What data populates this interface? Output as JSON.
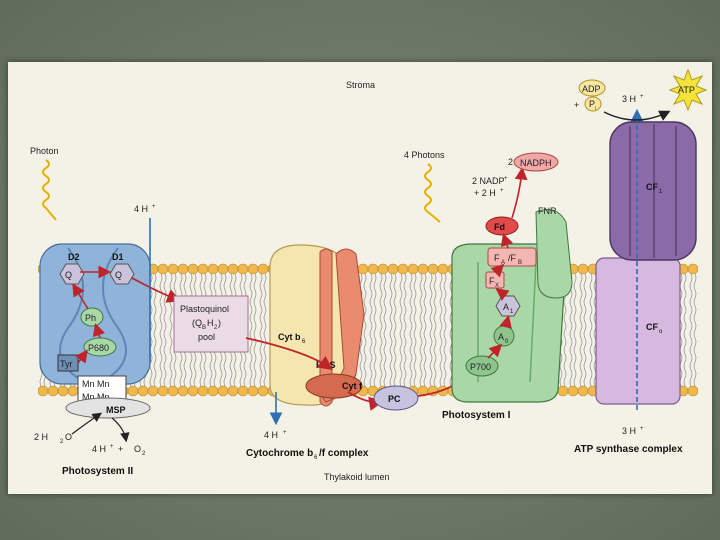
{
  "labels": {
    "stroma": "Stroma",
    "lumen": "Thylakoid lumen",
    "photon": "Photon",
    "four_photons": "4 Photons",
    "nadp_line1": "2 NADP",
    "nadp_line2": "+ 2 H",
    "nadph": "NADPH",
    "nadph_coef": "2",
    "adp": "ADP",
    "pi": "P",
    "pi_sub": "i",
    "atp": "ATP",
    "h_in_psii": "4 H",
    "h_out_psii": "4 H",
    "h_cyt": "4 H",
    "h_atp_top": "3 H",
    "h_atp_bottom": "3 H",
    "plastoquinol_1": "Plastoquinol",
    "plastoquinol_2": "(Q",
    "plastoquinol_2b": "H",
    "plastoquinol_2c": ")",
    "plastoquinol_3": "pool",
    "water": "2 H",
    "water_o": "O",
    "o2": "O",
    "plus": "+",
    "d2": "D2",
    "d1": "D1",
    "qa": "Q",
    "qb": "Q",
    "ph": "Ph",
    "p680": "P680",
    "tyr": "Tyr",
    "mn1": "Mn Mn",
    "mn2": "Mn Mn",
    "msp": "MSP",
    "cyt_b6": "Cyt b",
    "fes": "Fe-S",
    "cyt_f": "Cyt f",
    "pc": "PC",
    "fd": "Fd",
    "fnr": "FNR",
    "fa_fb": "F",
    "fx": "F",
    "a1": "A",
    "a0": "A",
    "p700": "P700",
    "cf1": "CF",
    "cfo": "CF",
    "psii_title": "Photosystem II",
    "cyt_title": "Cytochrome b",
    "cyt_title_end": "/f complex",
    "psi_title": "Photosystem I",
    "atp_title": "ATP synthase complex"
  },
  "colors": {
    "psii": "#8fb3d9",
    "cytb6": "#f5e6b0",
    "cytf": "#e98b6e",
    "psi": "#a9d7a8",
    "atpase_head": "#8b6aa8",
    "atpase_stalk": "#d6b8e0",
    "lipid_head": "#f0b84a",
    "electron_path": "#c0242b",
    "proton_arrow": "#2f6fb3"
  }
}
